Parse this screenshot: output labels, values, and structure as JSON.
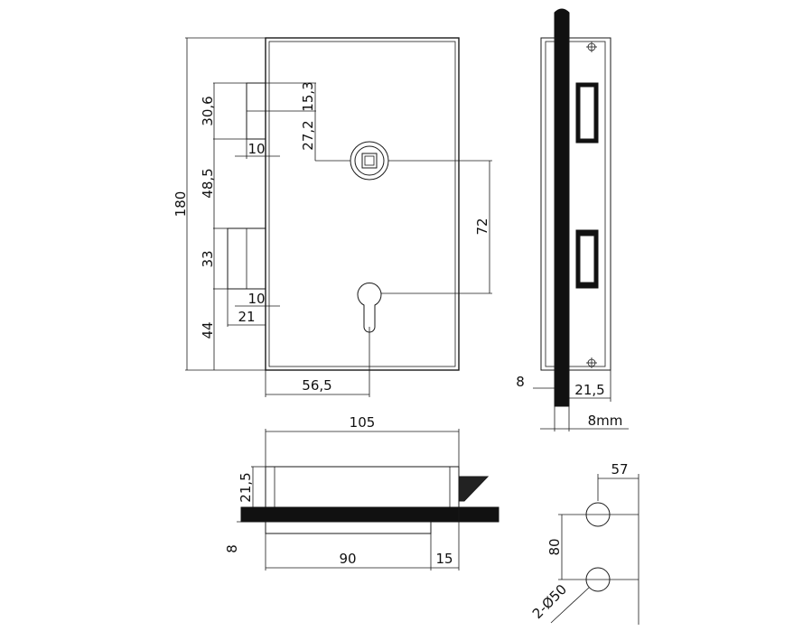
{
  "dimensions": {
    "front_height_total": "180",
    "front_upper_block": "30,6",
    "front_top_offset": "15,3",
    "front_upper_notch": "10",
    "front_knob_offset": "27,2",
    "front_mid_gap": "48,5",
    "front_knob_to_keyhole": "72",
    "front_lower_block": "33",
    "front_lower_notch": "10",
    "front_lower_width": "21",
    "front_bottom_gap": "44",
    "front_keyhole_x": "56,5",
    "side_glass_left": "8",
    "side_body_depth": "21,5",
    "side_glass_thickness": "8mm",
    "top_width": "105",
    "top_depth": "21,5",
    "top_glass": "8",
    "top_plate": "90",
    "top_overhang": "15",
    "cutout_offset": "57",
    "cutout_spacing": "80",
    "cutout_holes": "2-Ø50"
  }
}
